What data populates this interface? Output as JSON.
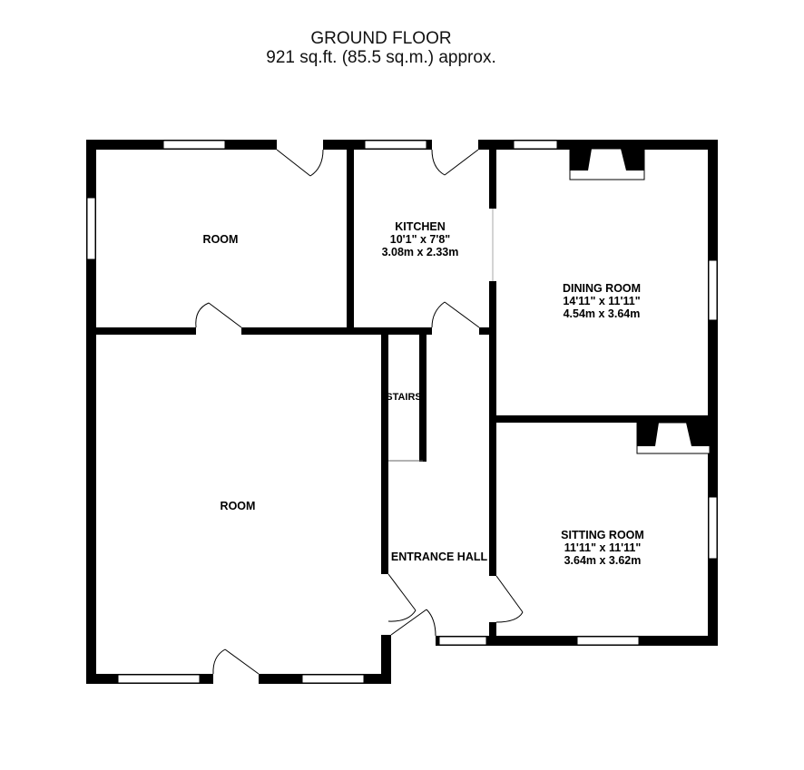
{
  "header": {
    "title": "GROUND FLOOR",
    "area": "921 sq.ft. (85.5 sq.m.) approx."
  },
  "rooms": {
    "room_top_left": {
      "name": "ROOM"
    },
    "kitchen": {
      "name": "KITCHEN",
      "dim_imperial": "10'1\"  x 7'8\"",
      "dim_metric": "3.08m  x 2.33m"
    },
    "dining": {
      "name": "DINING ROOM",
      "dim_imperial": "14'11\"  x  11'11\"",
      "dim_metric": "4.54m  x 3.64m"
    },
    "room_large": {
      "name": "ROOM"
    },
    "stairs": {
      "name": "STAIRS"
    },
    "hall": {
      "name": "ENTRANCE HALL"
    },
    "sitting": {
      "name": "SITTING ROOM",
      "dim_imperial": "11'11\"  x  11'11\"",
      "dim_metric": "3.64m  x 3.62m"
    }
  },
  "colors": {
    "wall": "#000000",
    "window": "#ffffff",
    "door_arc": "#000000"
  }
}
